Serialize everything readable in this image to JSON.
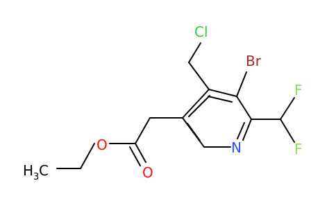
{
  "atoms": {
    "cl": "Cl",
    "br": "Br",
    "n": "N",
    "f_top": "F",
    "f_bottom": "F",
    "o_ether": "O",
    "o_carbonyl": "O",
    "methyl": {
      "element": "H",
      "count": "3",
      "carbon": "C"
    }
  },
  "colors": {
    "bond": "#000000",
    "cl": "#33cc33",
    "br": "#a62929",
    "n": "#3050f8",
    "f": "#90e050",
    "o": "#ff0d0d",
    "c": "#000000"
  }
}
